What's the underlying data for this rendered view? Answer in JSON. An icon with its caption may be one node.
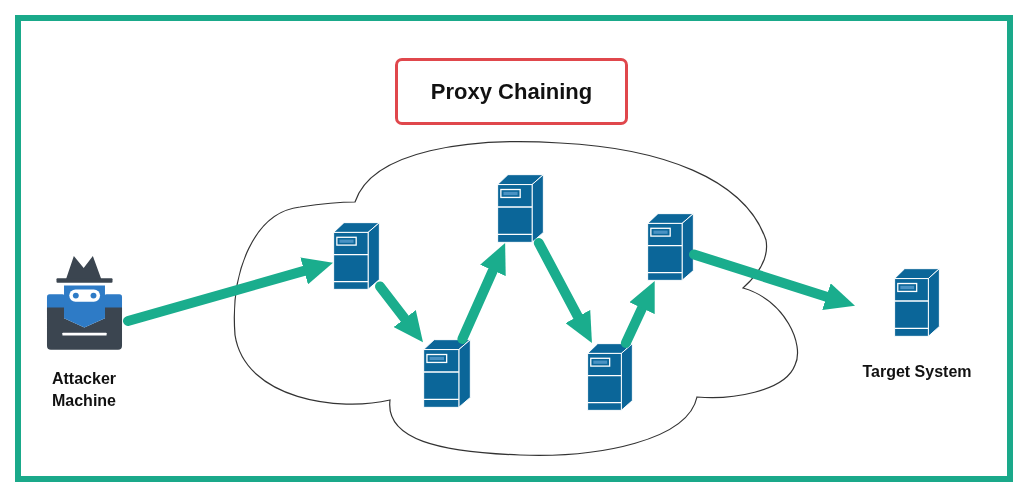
{
  "diagram": {
    "title": "Proxy Chaining",
    "nodes": [
      {
        "text": [
          "Attacker Machine"
        ]
      },
      {
        "text": [],
        "shape": "cloud"
      },
      {
        "text": [],
        "shape": "picture",
        "in": 1
      },
      {
        "text": [],
        "shape": "picture",
        "in": 1
      },
      {
        "text": [],
        "shape": "picture",
        "in": 1
      },
      {
        "text": [],
        "shape": "picture",
        "in": 1
      },
      {
        "text": [],
        "shape": "picture",
        "in": 1
      },
      {
        "text": [
          "Target System"
        ]
      }
    ],
    "edges": [
      {
        "from": 0,
        "to": 2,
        "arrow": "to"
      },
      {
        "from": 2,
        "to": 3,
        "arrow": "to"
      },
      {
        "from": 3,
        "to": 4,
        "arrow": "to"
      },
      {
        "from": 4,
        "to": 5,
        "arrow": "to"
      },
      {
        "from": 5,
        "to": 6,
        "arrow": "to"
      },
      {
        "from": 6,
        "to": 7,
        "arrow": "to"
      }
    ]
  }
}
